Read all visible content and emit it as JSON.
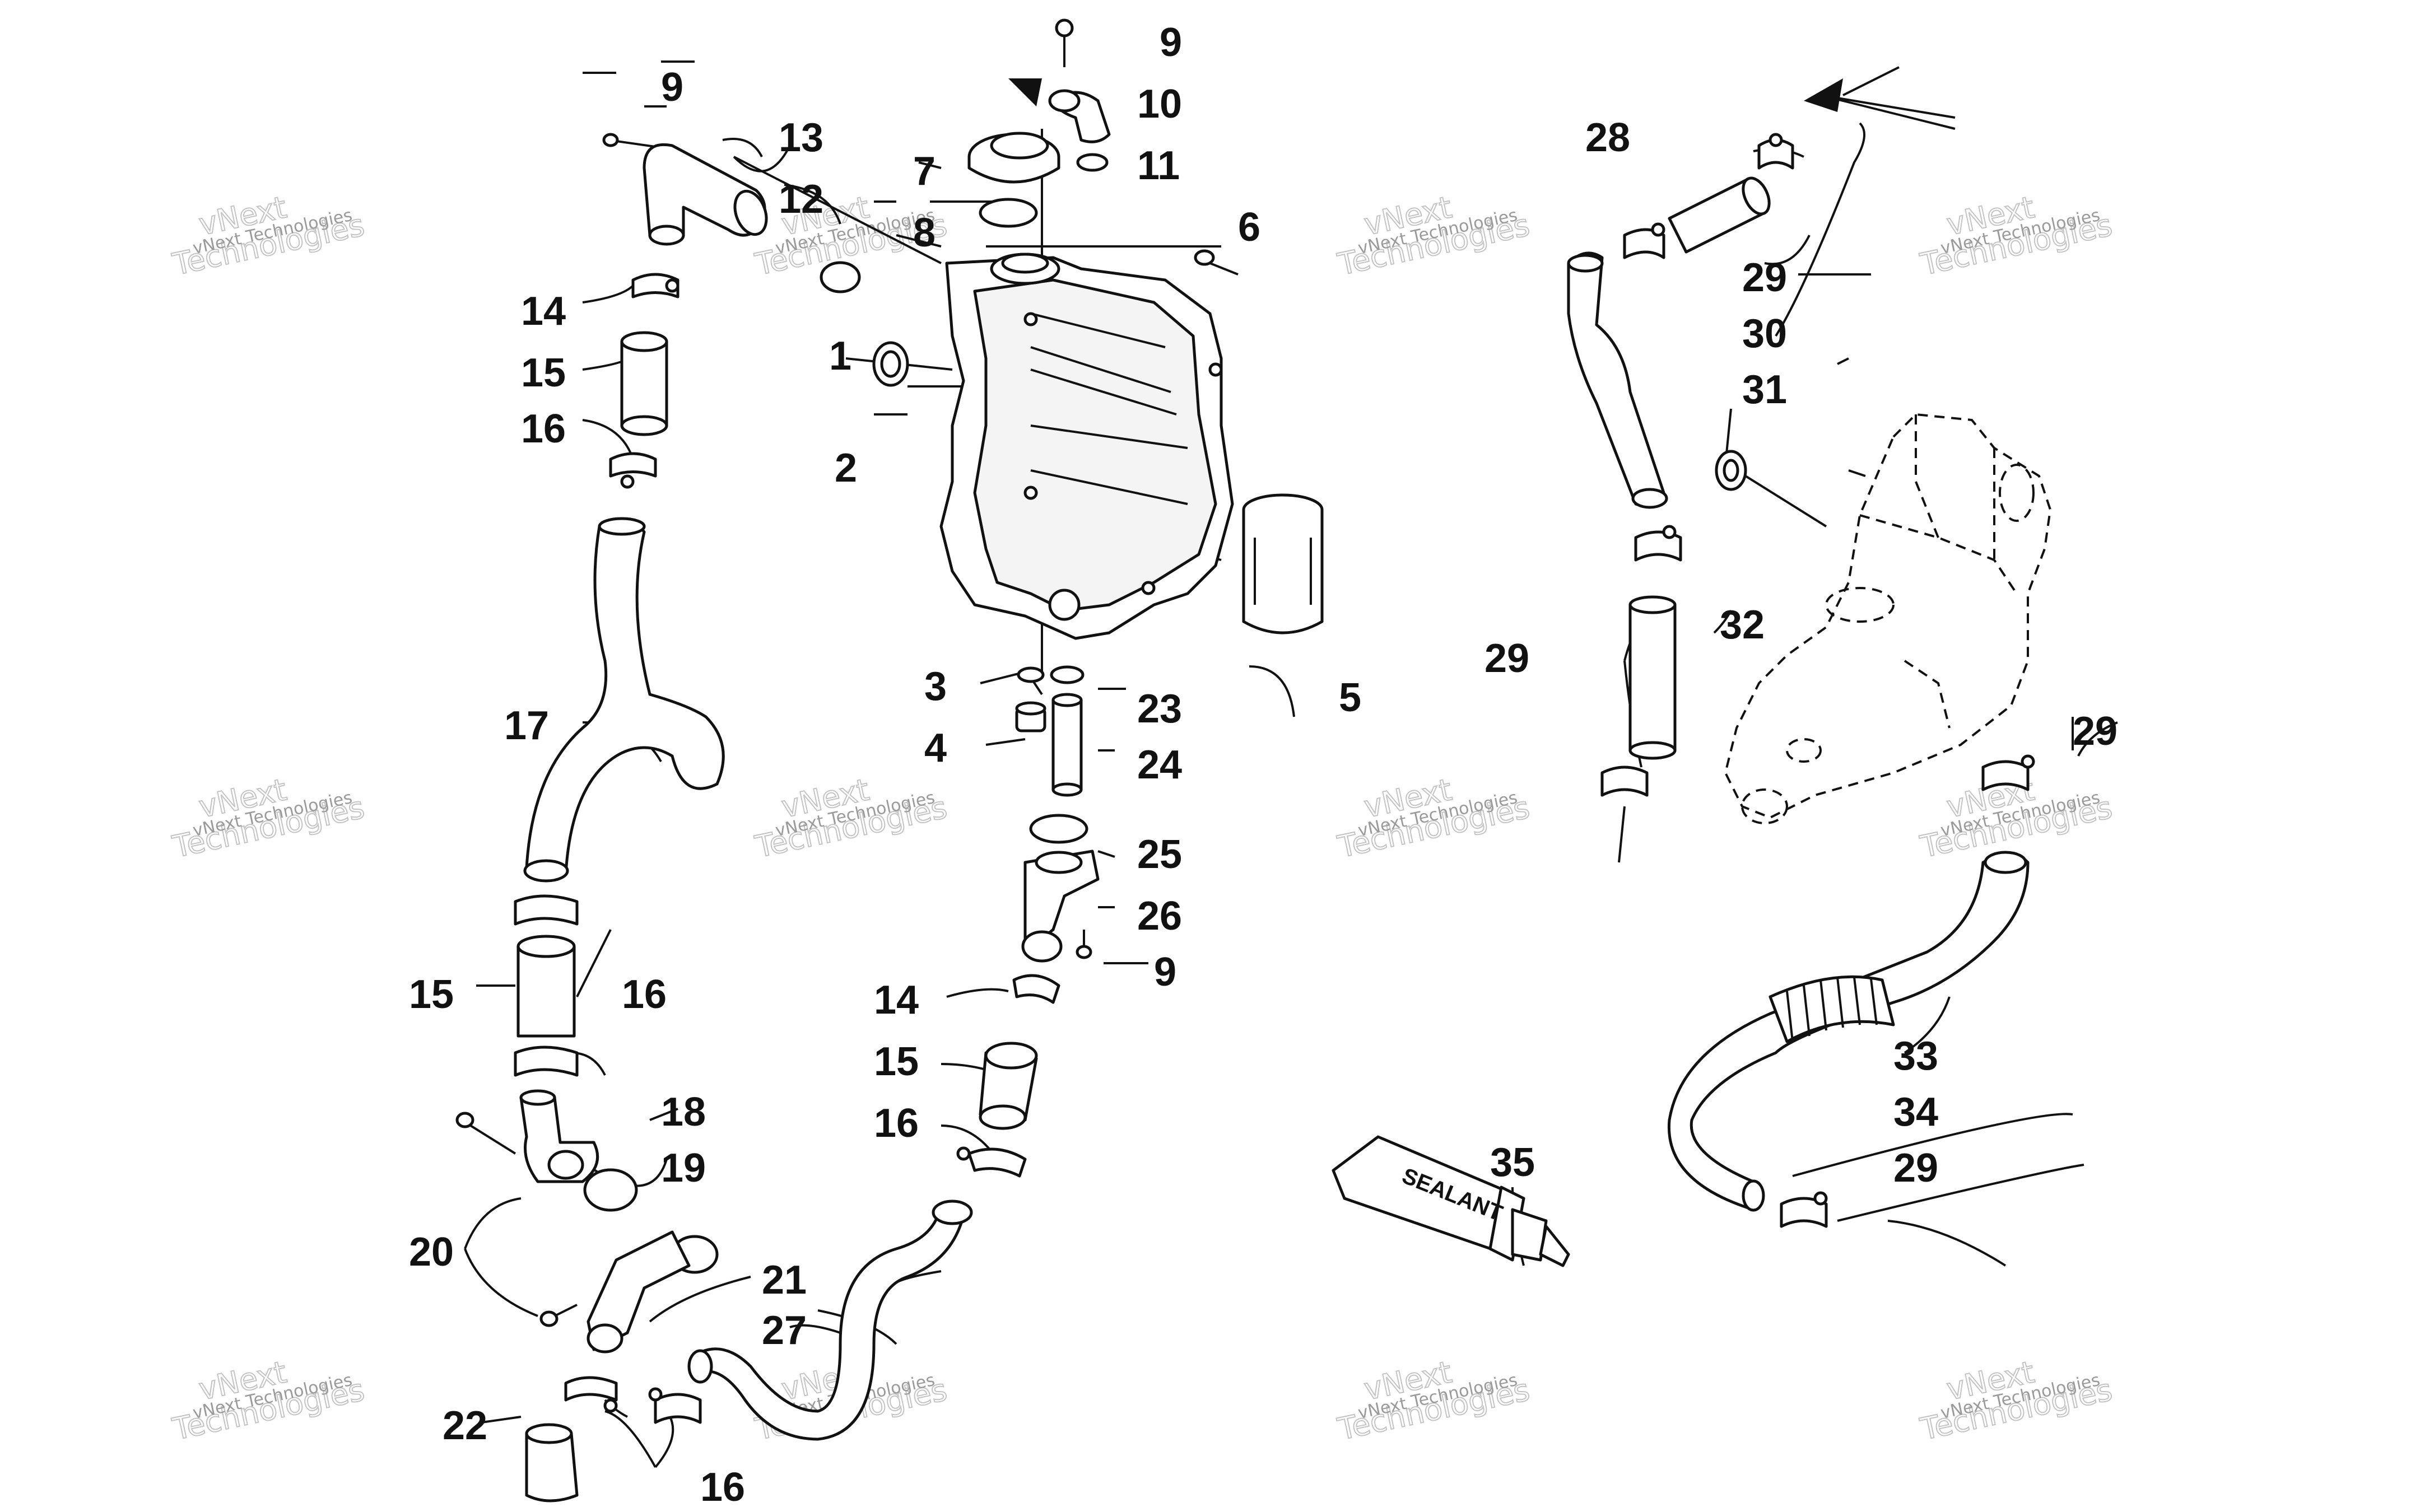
{
  "diagram": {
    "callouts": [
      "1",
      "2",
      "3",
      "4",
      "5",
      "6",
      "7",
      "8",
      "9",
      "10",
      "11",
      "12",
      "13",
      "14",
      "15",
      "16",
      "17",
      "18",
      "19",
      "20",
      "21",
      "22",
      "23",
      "24",
      "25",
      "26",
      "27",
      "28",
      "29",
      "30",
      "31",
      "32",
      "33",
      "34",
      "35"
    ],
    "sealant_label": "SEALANT",
    "watermark": {
      "line1": "vNext Technologies",
      "line2": "vNext",
      "line3": "Technologies"
    }
  }
}
